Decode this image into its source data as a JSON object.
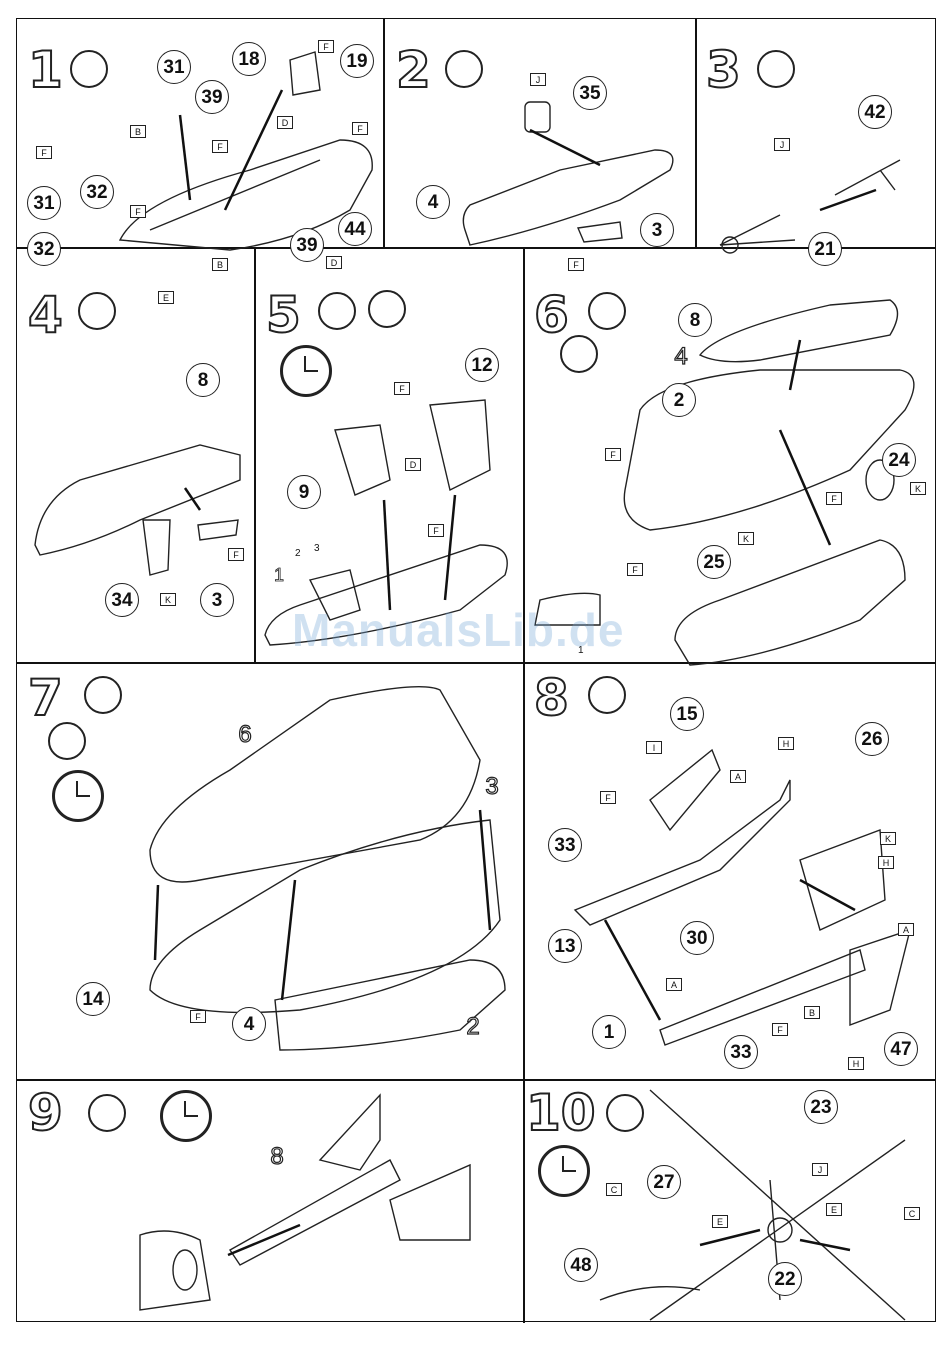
{
  "steps": [
    {
      "num": "1",
      "parts": [
        "31",
        "39",
        "18",
        "19",
        "32",
        "31",
        "32",
        "39",
        "44"
      ],
      "flags": [
        "F",
        "B",
        "F",
        "F",
        "F",
        "D",
        "F",
        "B",
        "D",
        "E"
      ]
    },
    {
      "num": "2",
      "parts": [
        "35",
        "4",
        "3"
      ],
      "flags": [
        "J",
        "F"
      ]
    },
    {
      "num": "3",
      "parts": [
        "42",
        "21"
      ],
      "flags": [
        "J"
      ]
    },
    {
      "num": "4",
      "parts": [
        "8",
        "34",
        "3"
      ],
      "flags": [
        "K",
        "F"
      ]
    },
    {
      "num": "5",
      "parts": [
        "12",
        "9",
        "2",
        "3",
        "1"
      ],
      "flags": [
        "F",
        "D",
        "F"
      ]
    },
    {
      "num": "6",
      "parts": [
        "8",
        "2",
        "24",
        "25",
        "4",
        "1"
      ],
      "flags": [
        "F",
        "K",
        "F",
        "K",
        "F"
      ]
    },
    {
      "num": "7",
      "parts": [
        "6",
        "3",
        "14",
        "4",
        "2"
      ],
      "flags": [
        "F"
      ]
    },
    {
      "num": "8",
      "parts": [
        "15",
        "26",
        "33",
        "13",
        "30",
        "1",
        "33",
        "47"
      ],
      "flags": [
        "I",
        "A",
        "H",
        "F",
        "K",
        "H",
        "A",
        "A",
        "B",
        "F",
        "H"
      ]
    },
    {
      "num": "9",
      "parts": [
        "8"
      ]
    },
    {
      "num": "10",
      "parts": [
        "23",
        "27",
        "48",
        "22"
      ],
      "flags": [
        "C",
        "E",
        "J",
        "E",
        "C"
      ]
    }
  ],
  "watermark": "ManualsLib.de"
}
